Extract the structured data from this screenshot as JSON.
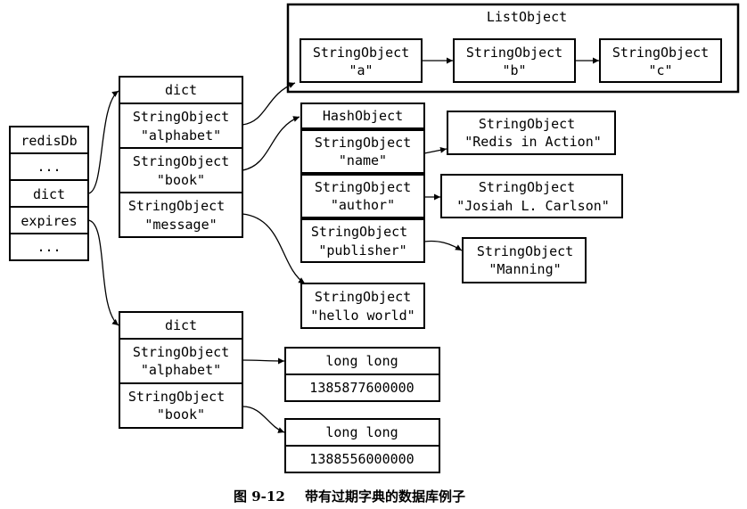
{
  "list_object": {
    "title": "ListObject",
    "items": [
      {
        "type": "StringObject",
        "value": "\"a\""
      },
      {
        "type": "StringObject",
        "value": "\"b\""
      },
      {
        "type": "StringObject",
        "value": "\"c\""
      }
    ]
  },
  "redisdb": {
    "cells": [
      "redisDb",
      "...",
      "dict",
      "expires",
      "..."
    ]
  },
  "dict": {
    "title": "dict",
    "keys": [
      {
        "type": "StringObject",
        "value": "\"alphabet\""
      },
      {
        "type": "StringObject",
        "value": "\"book\""
      },
      {
        "type": "StringObject",
        "value": "\"message\""
      }
    ]
  },
  "hash_object": {
    "title": "HashObject",
    "fields": [
      {
        "type": "StringObject",
        "value": "\"name\""
      },
      {
        "type": "StringObject",
        "value": "\"author\""
      },
      {
        "type": "StringObject",
        "value": "\"publisher\""
      }
    ]
  },
  "hash_values": [
    {
      "type": "StringObject",
      "value": "\"Redis in Action\""
    },
    {
      "type": "StringObject",
      "value": "\"Josiah L. Carlson\""
    },
    {
      "type": "StringObject",
      "value": "\"Manning\""
    }
  ],
  "message_value": {
    "type": "StringObject",
    "value": "\"hello world\""
  },
  "expires_dict": {
    "title": "dict",
    "keys": [
      {
        "type": "StringObject",
        "value": "\"alphabet\""
      },
      {
        "type": "StringObject",
        "value": "\"book\""
      }
    ]
  },
  "expire_values": [
    {
      "type": "long long",
      "value": "1385877600000"
    },
    {
      "type": "long long",
      "value": "1388556000000"
    }
  ],
  "caption": {
    "figure_number": "图 9-12",
    "text": "带有过期字典的数据库例子"
  }
}
